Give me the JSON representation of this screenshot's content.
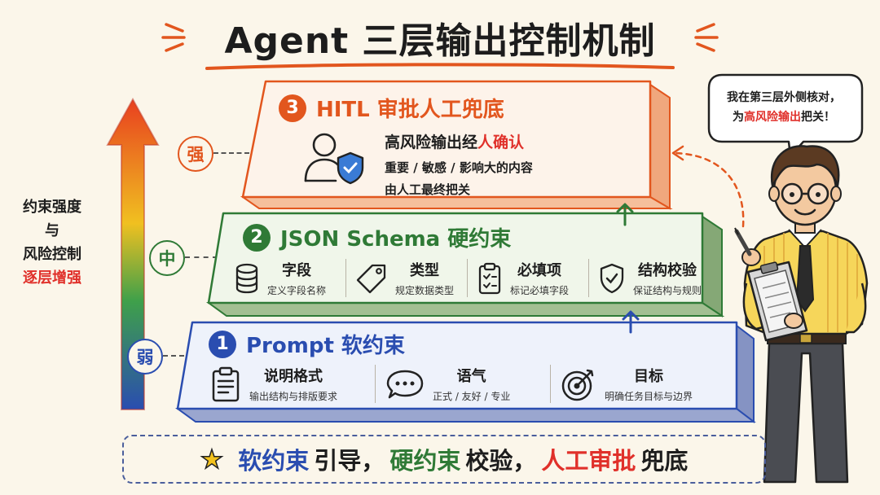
{
  "title": "Agent 三层输出控制机制",
  "left_label": {
    "line1": "约束强度",
    "line2": "与",
    "line3": "风险控制",
    "line4": "逐层增强"
  },
  "badges": {
    "strong": "强",
    "medium": "中",
    "weak": "弱"
  },
  "tier3": {
    "num": "3",
    "title": "HITL 审批人工兜底",
    "desc1_a": "高风险输出经",
    "desc1_b": "人确认",
    "desc2": "重要 / 敏感 / 影响大的内容",
    "desc3": "由人工最终把关"
  },
  "tier2": {
    "num": "2",
    "title": "JSON Schema 硬约束",
    "items": [
      {
        "label": "字段",
        "sub": "定义字段名称"
      },
      {
        "label": "类型",
        "sub": "规定数据类型"
      },
      {
        "label": "必填项",
        "sub": "标记必填字段"
      },
      {
        "label": "结构校验",
        "sub": "保证结构与规则"
      }
    ]
  },
  "tier1": {
    "num": "1",
    "title": "Prompt 软约束",
    "items": [
      {
        "label": "说明格式",
        "sub": "输出结构与排版要求"
      },
      {
        "label": "语气",
        "sub": "正式 / 友好 / 专业"
      },
      {
        "label": "目标",
        "sub": "明确任务目标与边界"
      }
    ]
  },
  "bubble": {
    "line1": "我在第三层外侧核对，",
    "line2_a": "为",
    "line2_b": "高风险输出",
    "line2_c": "把关！"
  },
  "footer": {
    "star": "★",
    "part1": "软约束",
    "part2": "引导，",
    "part3": "硬约束",
    "part4": "校验，",
    "part5": "人工审批",
    "part6": "兜底"
  },
  "colors": {
    "tier1": "#2a4db0",
    "tier1_fill": "#eef2fb",
    "tier2": "#2f7a36",
    "tier2_fill": "#f0f6ea",
    "tier3": "#e2561e",
    "tier3_fill": "#fdf3ea",
    "red": "#e0302a",
    "star": "#f3c21d"
  }
}
